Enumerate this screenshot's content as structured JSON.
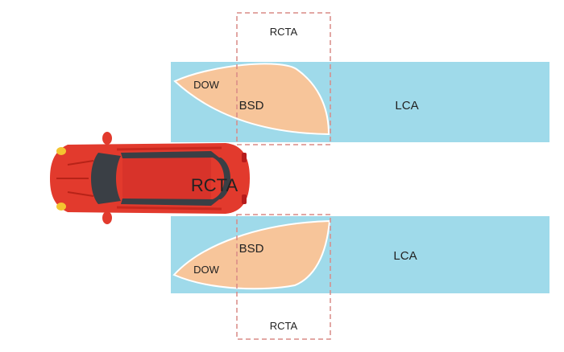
{
  "colors": {
    "lane": "#9fdaea",
    "zone": "#f7c59a",
    "zone_edge": "#ffffff",
    "dash": "#d98a86",
    "car_body": "#e23a2d",
    "car_dark": "#3a3f45",
    "headlight": "#f4c430"
  },
  "labels": {
    "rcta_top": "RCTA",
    "rcta_bottom": "RCTA",
    "rcta_car": "RCTA",
    "dow_top": "DOW",
    "dow_bottom": "DOW",
    "bsd_top": "BSD",
    "bsd_bottom": "BSD",
    "lca_top": "LCA",
    "lca_bottom": "LCA"
  },
  "icons": {
    "car": "car-top-view-icon"
  }
}
